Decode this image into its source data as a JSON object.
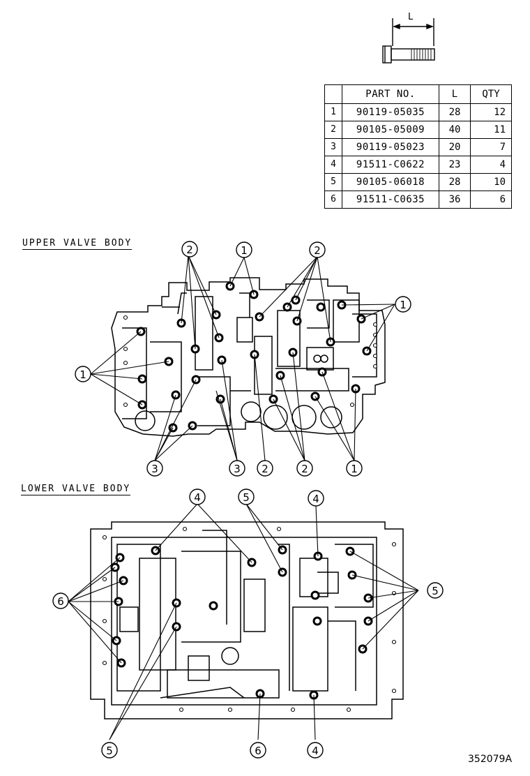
{
  "bolt_dimension_label": "L",
  "table": {
    "headers": [
      "",
      "PART NO.",
      "L",
      "QTY"
    ],
    "rows": [
      {
        "no": "1",
        "part_no": "90119-05035",
        "l": "28",
        "qty": "12"
      },
      {
        "no": "2",
        "part_no": "90105-05009",
        "l": "40",
        "qty": "11"
      },
      {
        "no": "3",
        "part_no": "90119-05023",
        "l": "20",
        "qty": "7"
      },
      {
        "no": "4",
        "part_no": "91511-C0622",
        "l": "23",
        "qty": "4"
      },
      {
        "no": "5",
        "part_no": "90105-06018",
        "l": "28",
        "qty": "10"
      },
      {
        "no": "6",
        "part_no": "91511-C0635",
        "l": "36",
        "qty": "6"
      }
    ]
  },
  "upper_title": "UPPER VALVE BODY",
  "lower_title": "LOWER VALVE BODY",
  "callouts": {
    "upper": [
      "2",
      "1",
      "2",
      "1",
      "1",
      "3",
      "3",
      "2",
      "2",
      "1"
    ],
    "lower": [
      "4",
      "5",
      "4",
      "6",
      "5",
      "5",
      "6",
      "4"
    ]
  },
  "drawing_code": "352079A"
}
